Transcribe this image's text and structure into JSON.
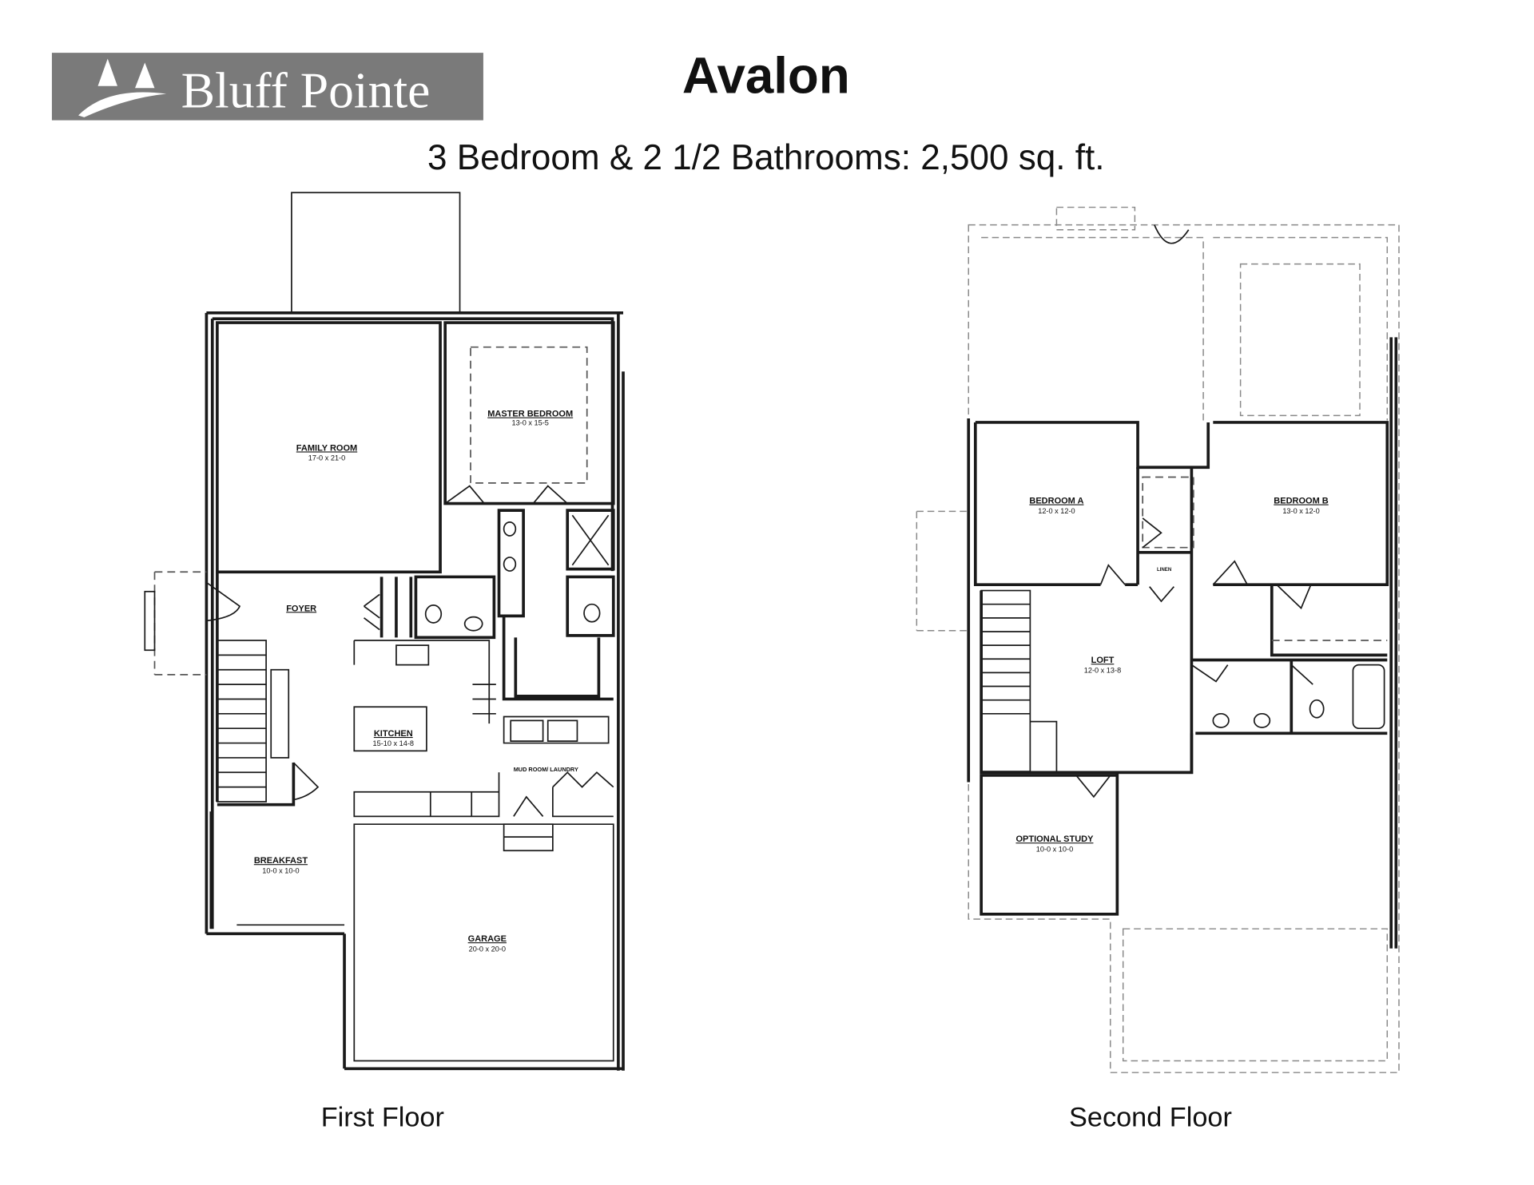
{
  "logo": {
    "text": "Bluff Pointe",
    "background": "#7a7a7a"
  },
  "header": {
    "title": "Avalon",
    "subtitle": "3 Bedroom & 2 1/2 Bathrooms:  2,500 sq. ft."
  },
  "first_floor": {
    "caption": "First Floor",
    "rooms": {
      "family_room": {
        "name": "FAMILY ROOM",
        "size": "17-0 x 21-0"
      },
      "master_bedroom": {
        "name": "MASTER BEDROOM",
        "size": "13-0 x 15-5"
      },
      "foyer": {
        "name": "FOYER"
      },
      "kitchen": {
        "name": "KITCHEN",
        "size": "15-10 x 14-8"
      },
      "mud_room": {
        "name": "MUD ROOM/ LAUNDRY"
      },
      "breakfast": {
        "name": "BREAKFAST",
        "size": "10-0 x 10-0"
      },
      "garage": {
        "name": "GARAGE",
        "size": "20-0 x 20-0"
      }
    }
  },
  "second_floor": {
    "caption": "Second Floor",
    "rooms": {
      "bedroom_a": {
        "name": "BEDROOM A",
        "size": "12-0 x 12-0"
      },
      "bedroom_b": {
        "name": "BEDROOM B",
        "size": "13-0 x 12-0"
      },
      "linen": {
        "name": "LINEN"
      },
      "loft": {
        "name": "LOFT",
        "size": "12-0 x 13-8"
      },
      "optional_study": {
        "name": "OPTIONAL STUDY",
        "size": "10-0 x 10-0"
      }
    }
  }
}
